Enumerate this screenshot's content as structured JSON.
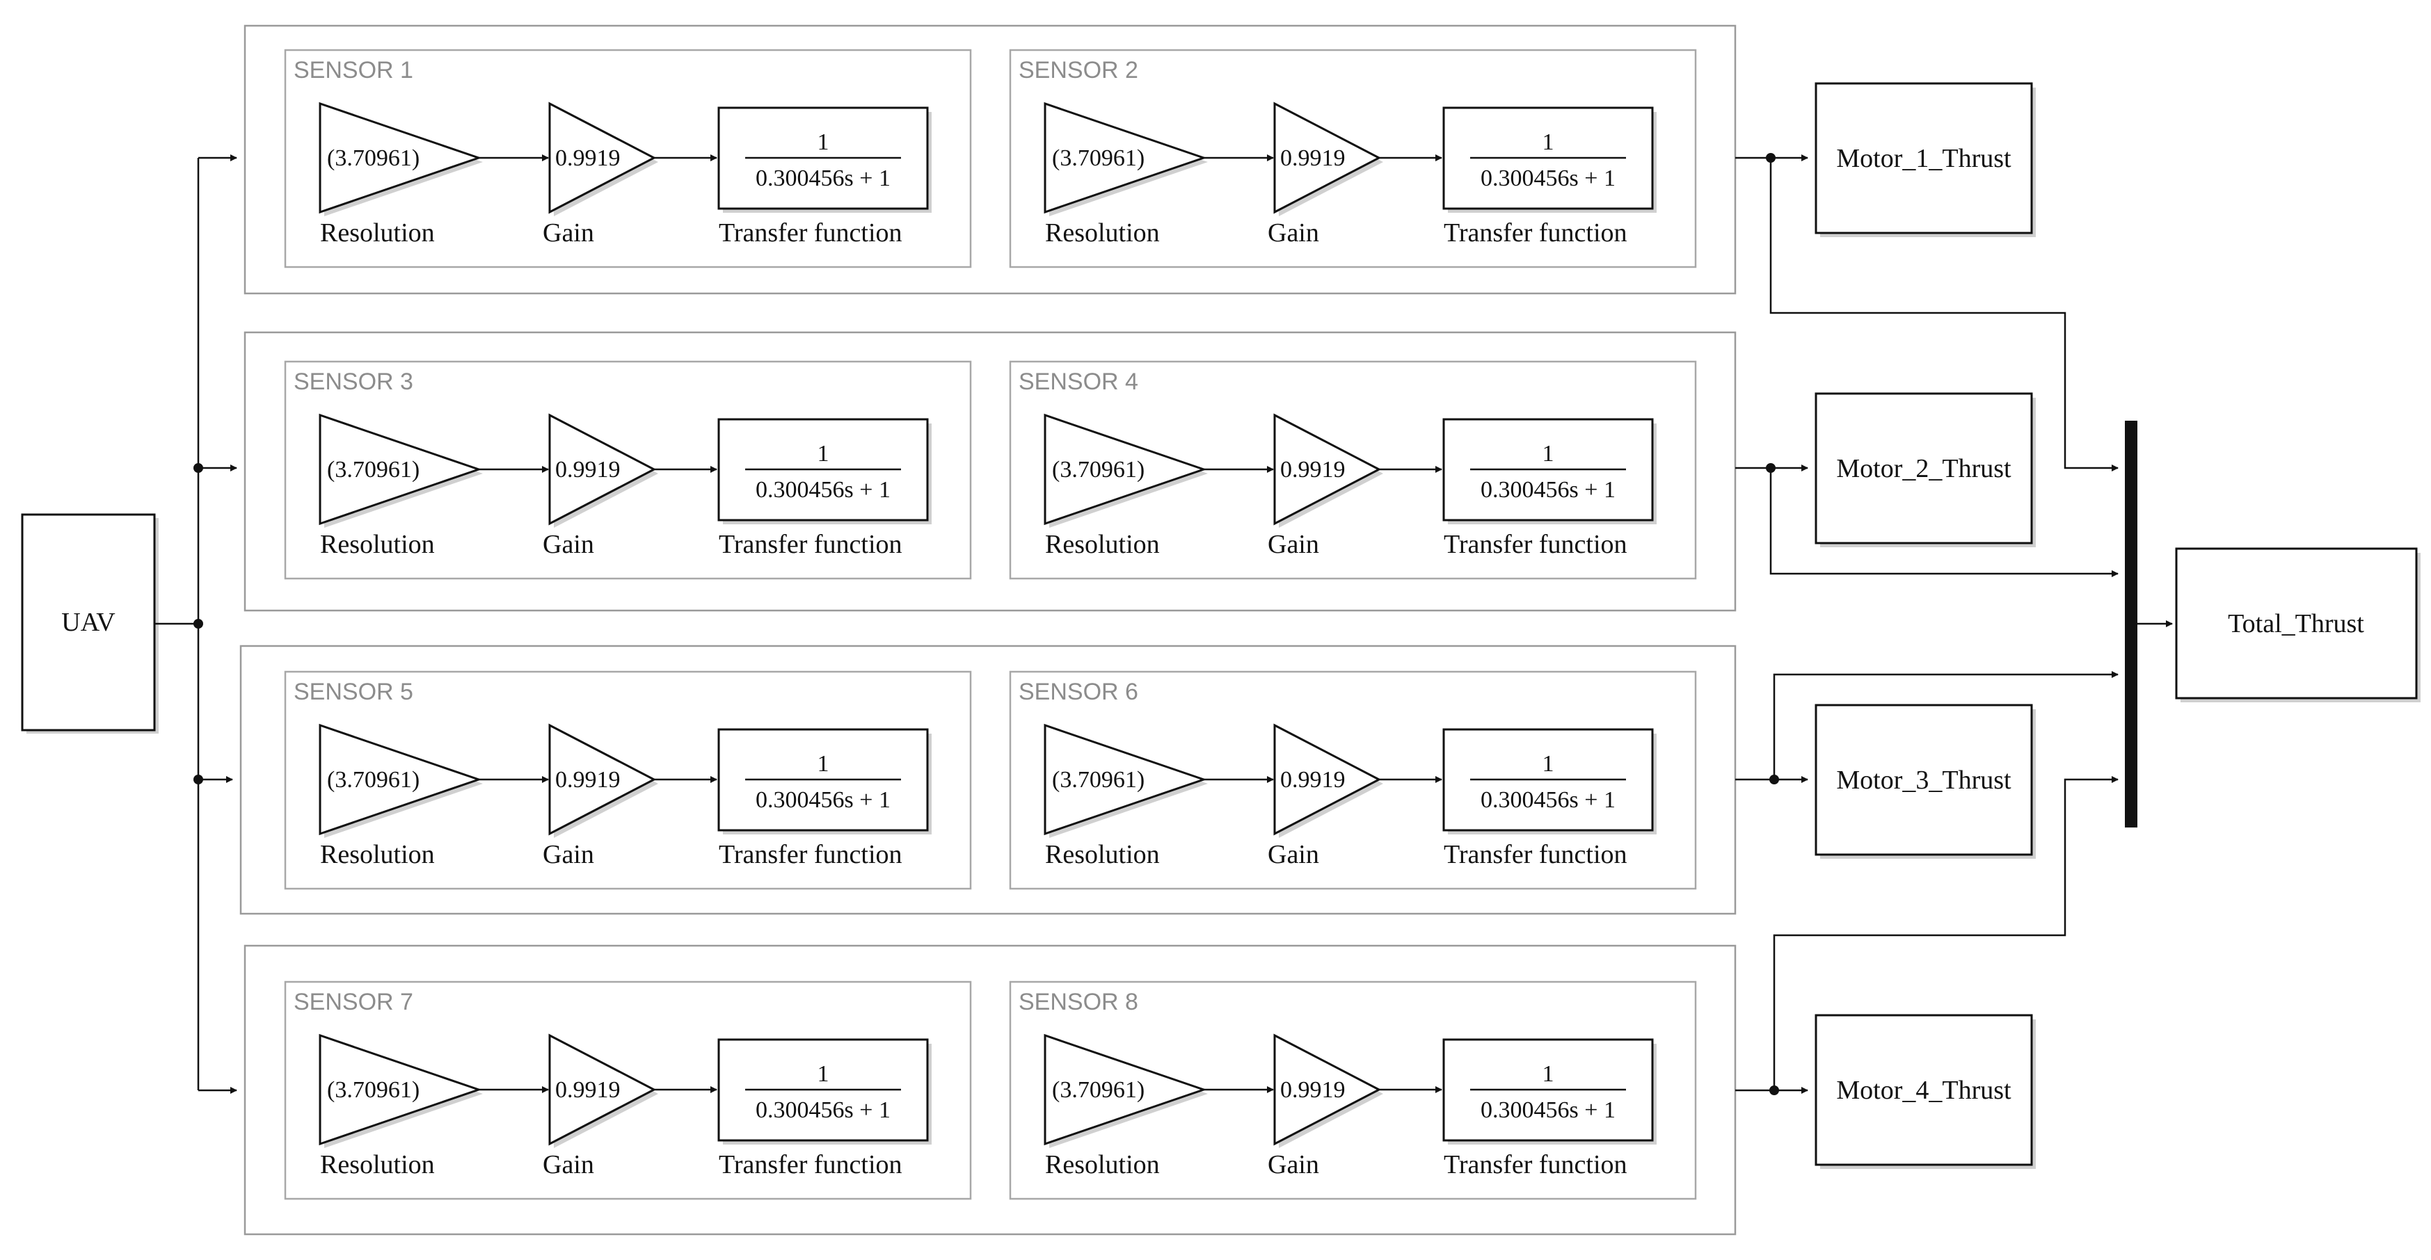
{
  "source": {
    "label": "UAV"
  },
  "sensors": [
    {
      "title": "SENSOR 1",
      "resolution": "(3.70961)",
      "gain": "0.9919",
      "tf_num": "1",
      "tf_den": "0.300456s + 1",
      "label_resolution": "Resolution",
      "label_gain": "Gain",
      "label_tf": "Transfer function"
    },
    {
      "title": "SENSOR 2",
      "resolution": "(3.70961)",
      "gain": "0.9919",
      "tf_num": "1",
      "tf_den": "0.300456s + 1",
      "label_resolution": "Resolution",
      "label_gain": "Gain",
      "label_tf": "Transfer function"
    },
    {
      "title": "SENSOR 3",
      "resolution": "(3.70961)",
      "gain": "0.9919",
      "tf_num": "1",
      "tf_den": "0.300456s + 1",
      "label_resolution": "Resolution",
      "label_gain": "Gain",
      "label_tf": "Transfer function"
    },
    {
      "title": "SENSOR 4",
      "resolution": "(3.70961)",
      "gain": "0.9919",
      "tf_num": "1",
      "tf_den": "0.300456s + 1",
      "label_resolution": "Resolution",
      "label_gain": "Gain",
      "label_tf": "Transfer function"
    },
    {
      "title": "SENSOR 5",
      "resolution": "(3.70961)",
      "gain": "0.9919",
      "tf_num": "1",
      "tf_den": "0.300456s + 1",
      "label_resolution": "Resolution",
      "label_gain": "Gain",
      "label_tf": "Transfer function"
    },
    {
      "title": "SENSOR 6",
      "resolution": "(3.70961)",
      "gain": "0.9919",
      "tf_num": "1",
      "tf_den": "0.300456s + 1",
      "label_resolution": "Resolution",
      "label_gain": "Gain",
      "label_tf": "Transfer function"
    },
    {
      "title": "SENSOR 7",
      "resolution": "(3.70961)",
      "gain": "0.9919",
      "tf_num": "1",
      "tf_den": "0.300456s + 1",
      "label_resolution": "Resolution",
      "label_gain": "Gain",
      "label_tf": "Transfer function"
    },
    {
      "title": "SENSOR 8",
      "resolution": "(3.70961)",
      "gain": "0.9919",
      "tf_num": "1",
      "tf_den": "0.300456s + 1",
      "label_resolution": "Resolution",
      "label_gain": "Gain",
      "label_tf": "Transfer function"
    }
  ],
  "outputs": [
    {
      "label": "Motor_1_Thrust"
    },
    {
      "label": "Motor_2_Thrust"
    },
    {
      "label": "Motor_3_Thrust"
    },
    {
      "label": "Motor_4_Thrust"
    }
  ],
  "total": {
    "label": "Total_Thrust"
  }
}
